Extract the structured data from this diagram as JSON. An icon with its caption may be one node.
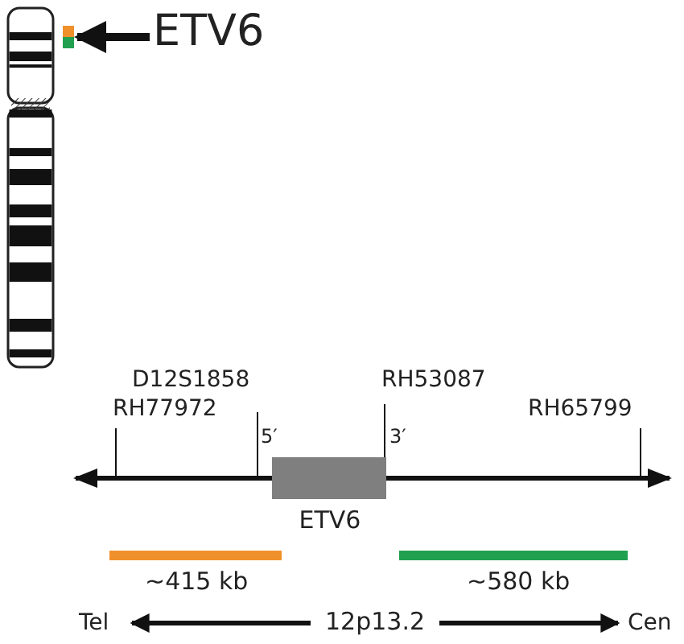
{
  "diagram": {
    "nodes": [
      {
        "text": [
          "ETV6"
        ]
      },
      {
        "text": [],
        "shape": "box"
      },
      {
        "text": [
          "ETV6"
        ]
      }
    ],
    "edges": [
      {
        "from": 0,
        "to": 1,
        "arrow": "to"
      }
    ],
    "labels": [
      "D12S1858",
      "RH53087",
      "RH77972",
      "RH65799",
      "5′",
      "3′",
      "~415 kb",
      "~580 kb",
      "Tel",
      "12p13.2",
      "Cen"
    ]
  }
}
